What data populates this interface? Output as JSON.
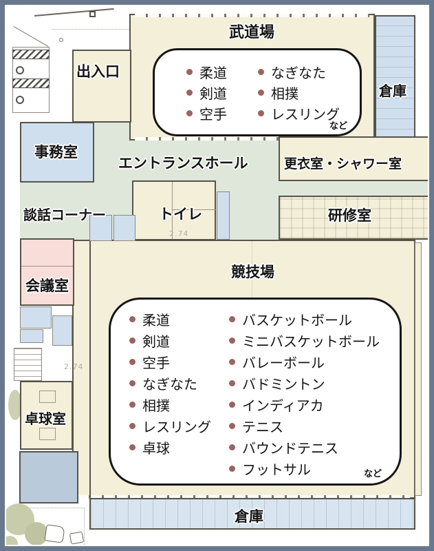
{
  "plan": {
    "rooms": {
      "budojo": {
        "label": "武道場"
      },
      "entrance_gate": {
        "label": "出入口"
      },
      "storage_top": {
        "label": "倉庫"
      },
      "office": {
        "label": "事務室"
      },
      "entrance_hall": {
        "label": "エントランスホール"
      },
      "changing_shower": {
        "label": "更衣室・シャワー室"
      },
      "lounge_corner": {
        "label": "談話コーナー"
      },
      "toilet": {
        "label": "トイレ"
      },
      "training_room": {
        "label": "研修室"
      },
      "meeting_room": {
        "label": "会議室"
      },
      "arena": {
        "label": "競技場"
      },
      "table_tennis_room": {
        "label": "卓球室"
      },
      "storage_bottom": {
        "label": "倉庫"
      }
    },
    "budojo_activities": {
      "left": [
        "柔道",
        "剣道",
        "空手"
      ],
      "right": [
        "なぎなた",
        "相撲",
        "レスリング"
      ],
      "note": "など"
    },
    "arena_activities": {
      "left": [
        "柔道",
        "剣道",
        "空手",
        "なぎなた",
        "相撲",
        "レスリング",
        "卓球"
      ],
      "right": [
        "バスケットボール",
        "ミニバスケットボール",
        "バレーボール",
        "バドミントン",
        "インディアカ",
        "テニス",
        "バウンドテニス",
        "フットサル"
      ],
      "note": "など"
    },
    "annotations": {
      "dim_toilet": "2.74",
      "dim_corridor": "2.74"
    },
    "colors": {
      "room_cream": "#f4efd8",
      "hall_green": "#dee7da",
      "room_blue": "#cfdfee",
      "room_blue_dark": "#b9cbdb",
      "room_pink": "#f8ddd8",
      "bullet": "#9c6360",
      "frame": "#68798f",
      "wall": "#57534b",
      "dim_text": "#b3afa3"
    }
  }
}
